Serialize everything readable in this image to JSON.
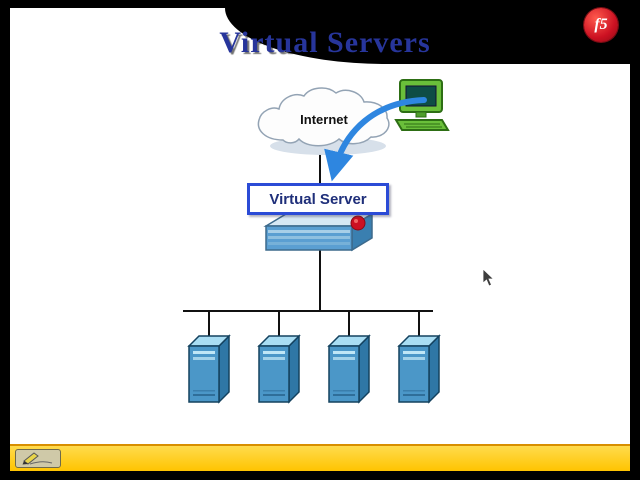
{
  "header": {
    "title": "Virtual Servers",
    "logo_text": "f5"
  },
  "diagram": {
    "internet_label": "Internet",
    "virtual_server_label": "Virtual Server",
    "server_count": 4
  },
  "colors": {
    "background": "#000000",
    "slide": "#ffffff",
    "bottom_bar_yellow": "#ffc400",
    "title_text": "#27359b",
    "logo_red": "#cc1122",
    "arrow_blue": "#2e86e0",
    "box_border_blue": "#2b4bd6",
    "server_blue": "#4b97c8"
  }
}
